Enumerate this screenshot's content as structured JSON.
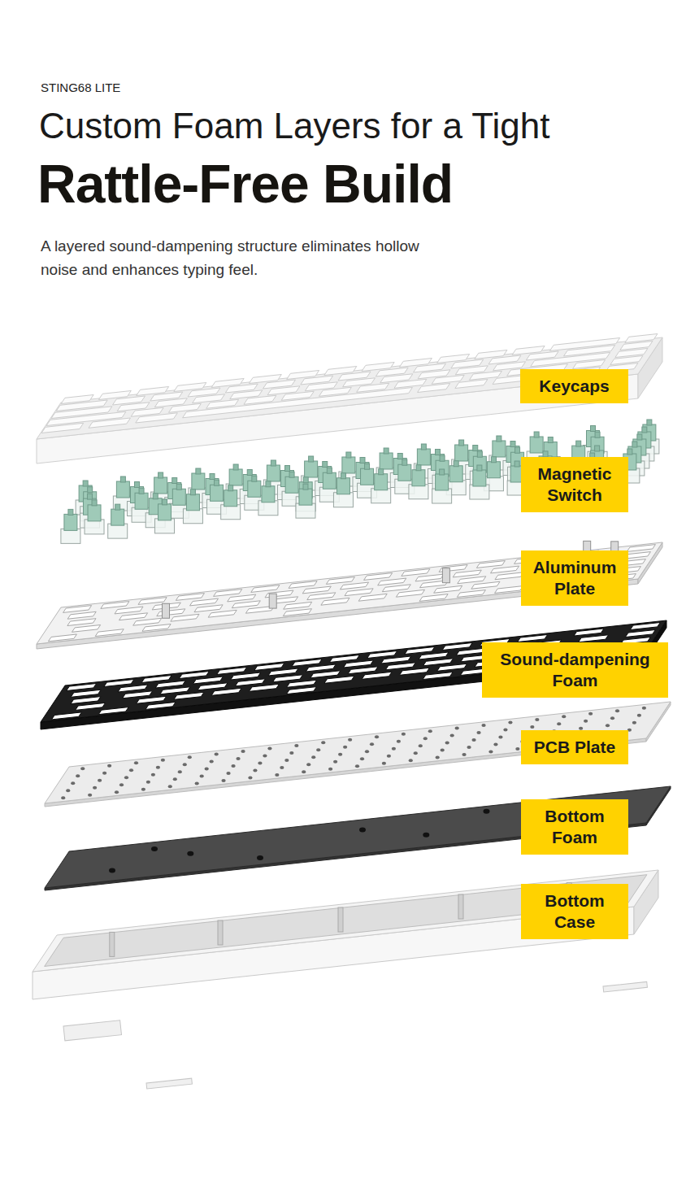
{
  "diagram": {
    "title": "Rattle-Free Build",
    "caption": "A layered sound-dampening structure eliminates hollow noise and enhances typing feel.",
    "nodes": [
      {
        "text": [
          "Keycaps"
        ]
      },
      {
        "text": [
          "Magnetic Switch"
        ]
      },
      {
        "text": [
          "Aluminum Plate"
        ]
      },
      {
        "text": [
          "Sound-dampening Foam"
        ]
      },
      {
        "text": [
          "PCB Plate"
        ]
      },
      {
        "text": [
          "Bottom Foam"
        ]
      },
      {
        "text": [
          "Bottom Case"
        ]
      }
    ],
    "labels": [
      "STING68 LITE",
      "Custom Foam Layers for a Tight"
    ]
  }
}
